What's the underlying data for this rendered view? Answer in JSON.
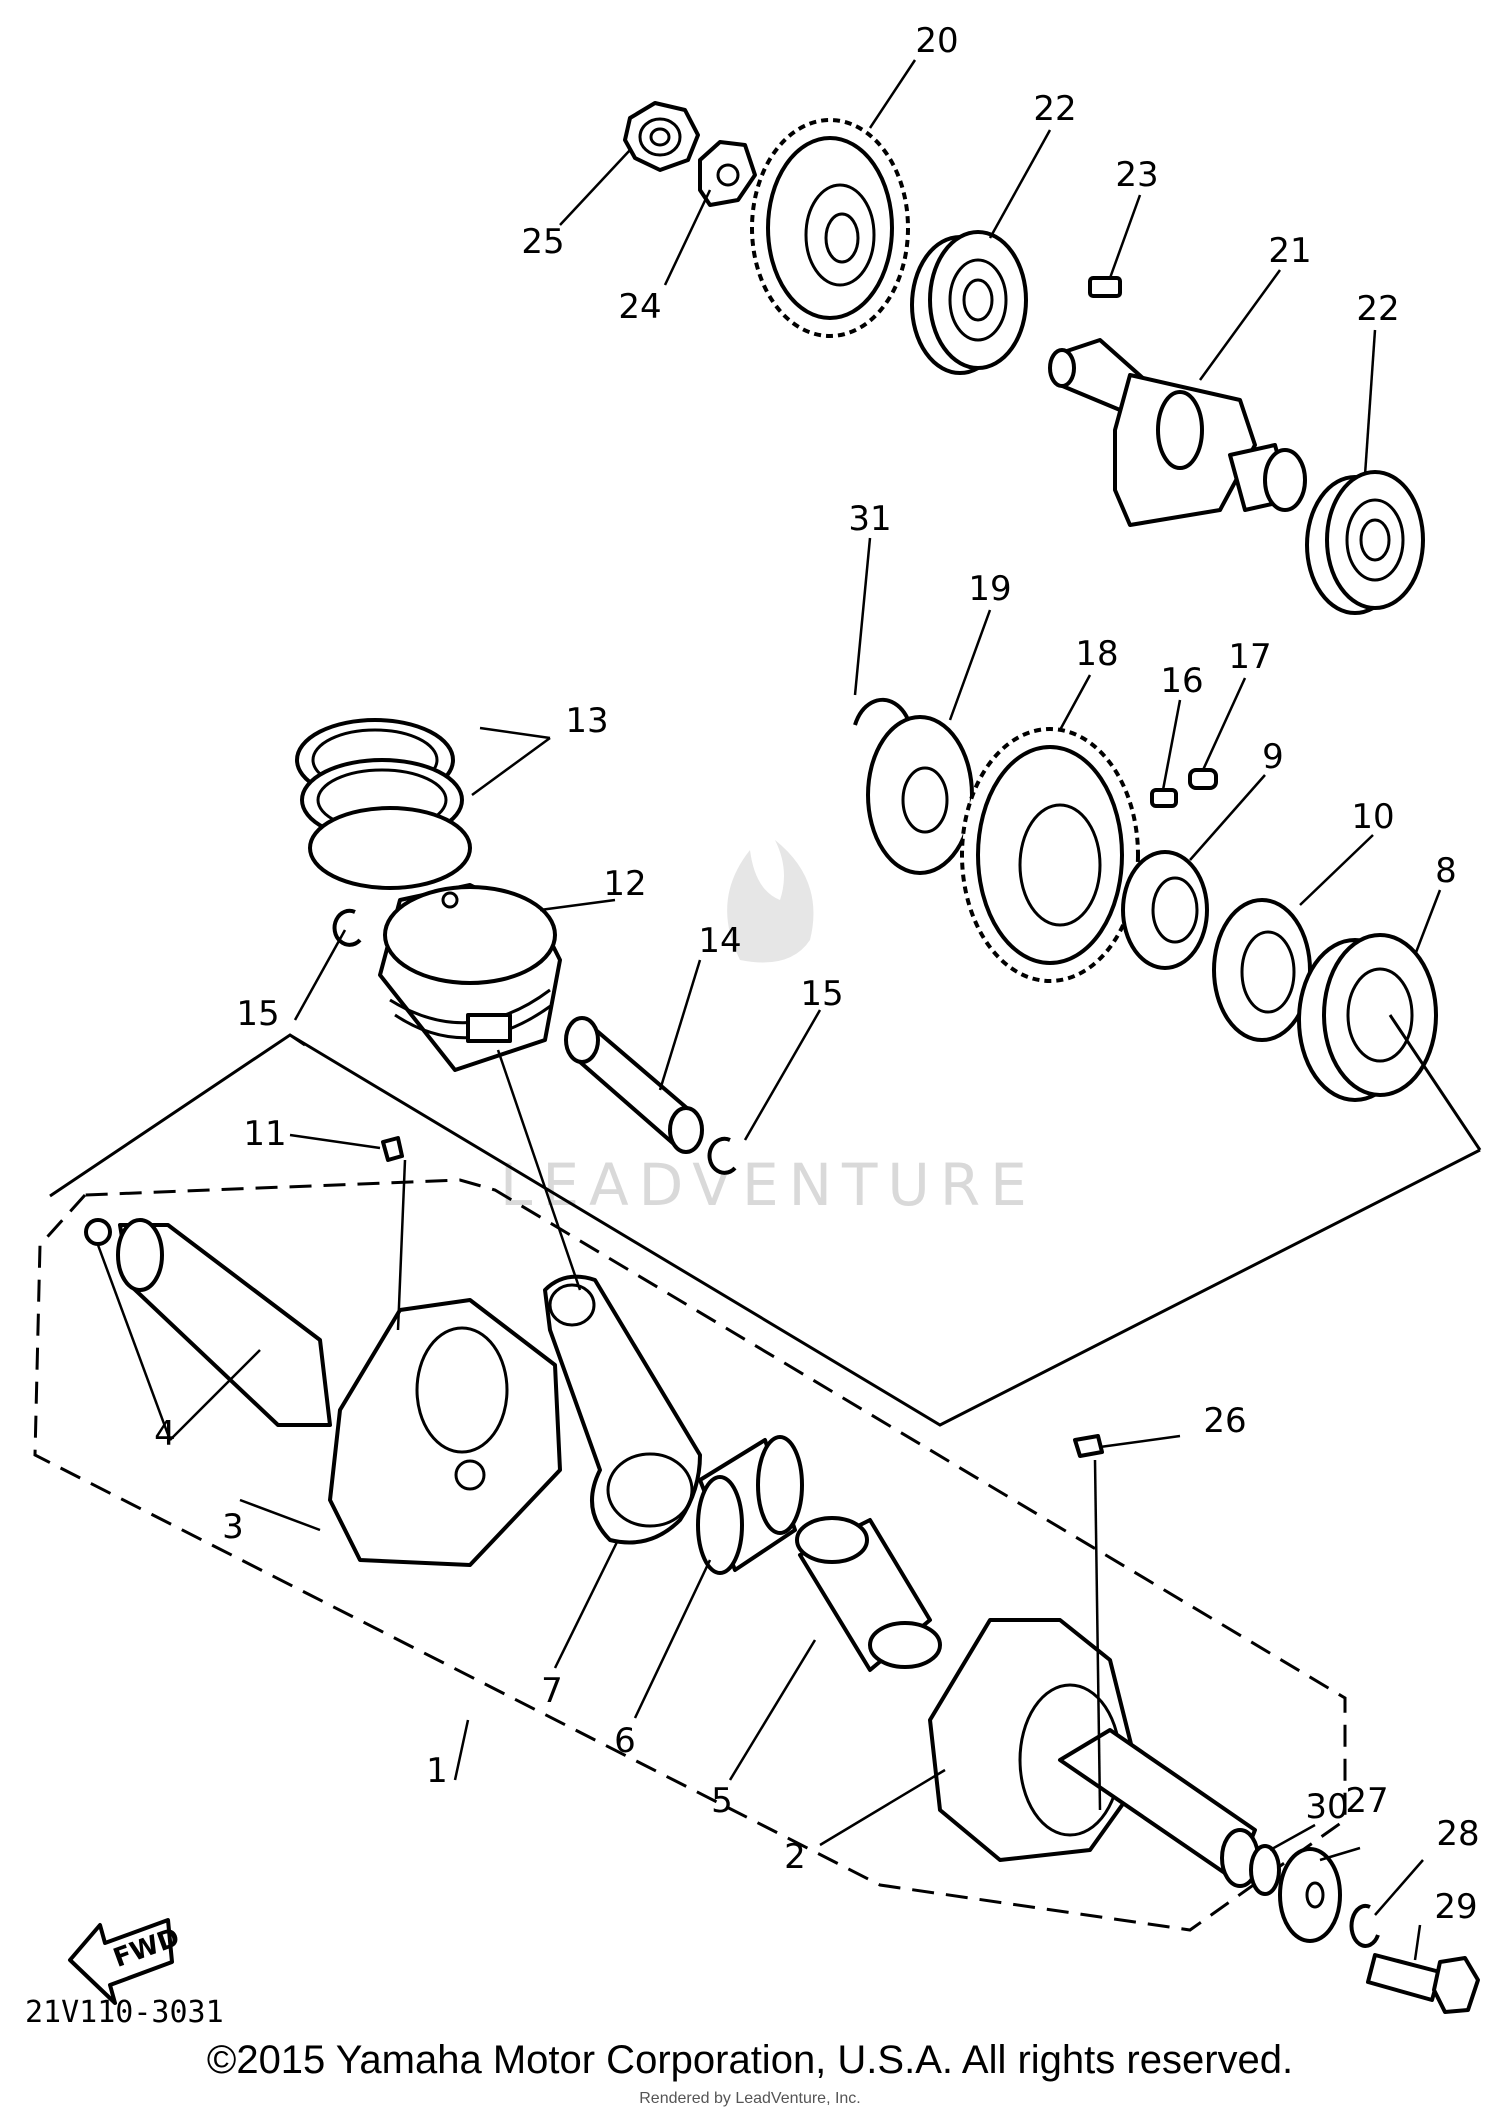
{
  "callouts": {
    "c1": "1",
    "c2": "2",
    "c3": "3",
    "c4": "4",
    "c5": "5",
    "c6": "6",
    "c7": "7",
    "c8": "8",
    "c9": "9",
    "c10": "10",
    "c11": "11",
    "c12": "12",
    "c13": "13",
    "c14": "14",
    "c15a": "15",
    "c15b": "15",
    "c16": "16",
    "c17": "17",
    "c18": "18",
    "c19": "19",
    "c20": "20",
    "c21": "21",
    "c22a": "22",
    "c22b": "22",
    "c23": "23",
    "c24": "24",
    "c25": "25",
    "c26": "26",
    "c27": "27",
    "c28": "28",
    "c29": "29",
    "c30": "30",
    "c31": "31"
  },
  "fwd_label": "FWD",
  "diagram_code": "21V110-3031",
  "watermark": "LEADVENTURE",
  "copyright": "©2015 Yamaha Motor Corporation, U.S.A. All rights reserved.",
  "rendered_by": "Rendered by LeadVenture, Inc."
}
